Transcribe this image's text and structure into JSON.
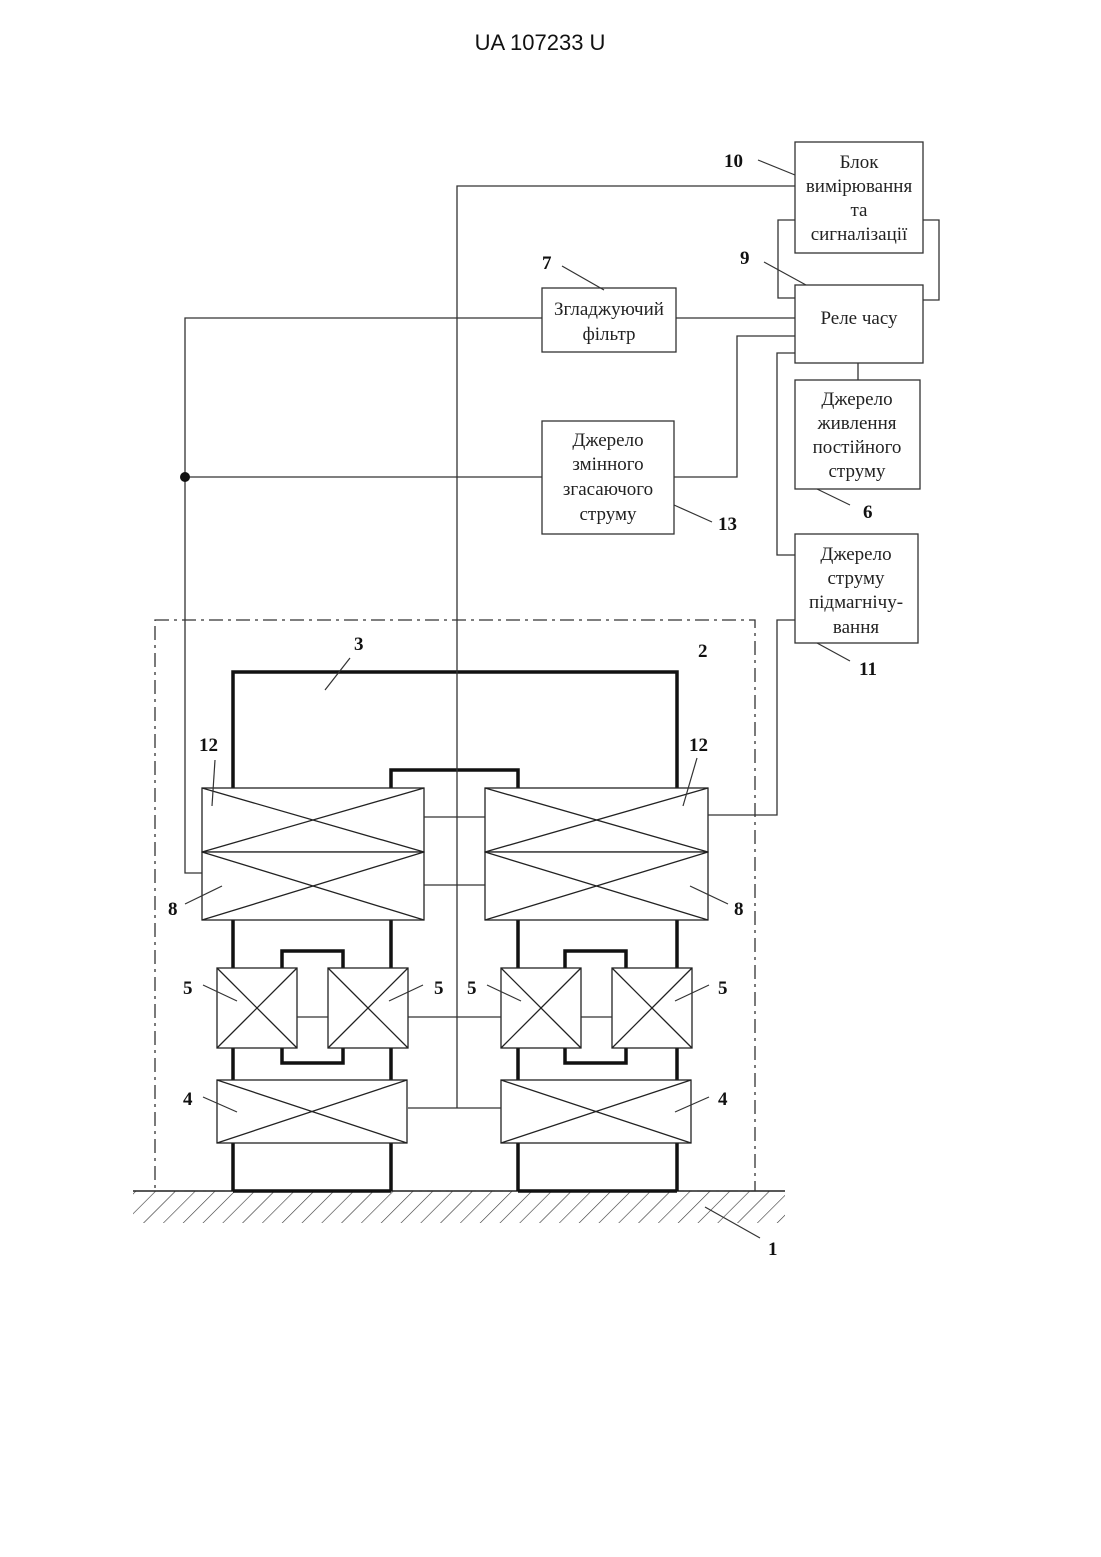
{
  "header": {
    "doc_id": "UA   107233   U"
  },
  "blocks": {
    "measure": {
      "lines": [
        "Блок",
        "вимірювання",
        "та",
        "сигналізації"
      ]
    },
    "relay": {
      "lines": [
        "Реле часу"
      ]
    },
    "filter": {
      "lines": [
        "Згладжуючий",
        "фільтр"
      ]
    },
    "dc": {
      "lines": [
        "Джерело",
        "живлення",
        "постійного",
        "струму"
      ]
    },
    "ac": {
      "lines": [
        "Джерело",
        "змінного",
        "згасаючого",
        "струму"
      ]
    },
    "bias": {
      "lines": [
        "Джерело",
        "струму",
        "підмагнічу-",
        "вання"
      ]
    }
  },
  "labels": {
    "n10": "10",
    "n9": "9",
    "n7": "7",
    "n6": "6",
    "n13": "13",
    "n11": "11",
    "n3": "3",
    "n2": "2",
    "n12a": "12",
    "n12b": "12",
    "n8a": "8",
    "n8b": "8",
    "n5a": "5",
    "n5b": "5",
    "n5c": "5",
    "n5d": "5",
    "n4a": "4",
    "n4b": "4",
    "n1": "1"
  }
}
